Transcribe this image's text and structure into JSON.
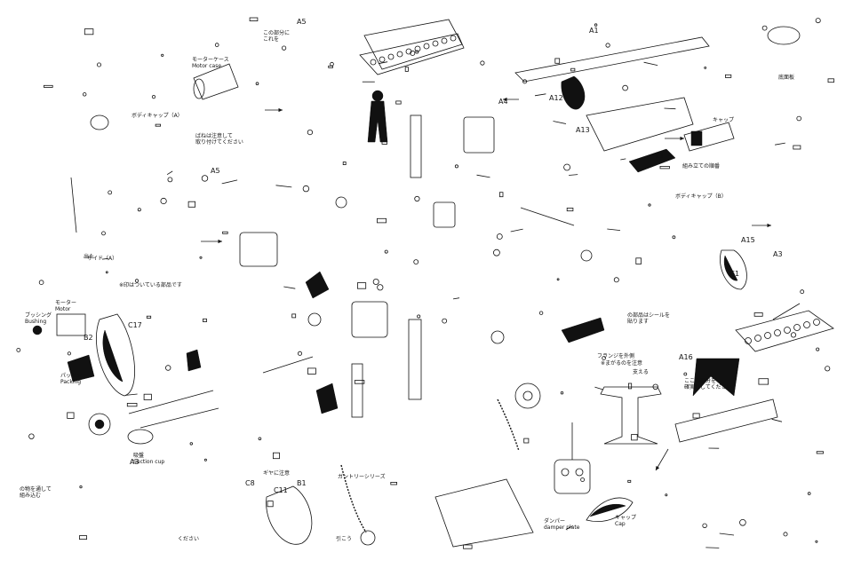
{
  "colors": {
    "ink": "#111111",
    "paper": "#ffffff",
    "accent": "#000000"
  },
  "labels": {
    "motor_case": "モーターケース\nMotor case",
    "kono_bubun": "この部分に\nこれを",
    "a5_top": "A5",
    "a5_left": "A5",
    "a1": "A1",
    "a12": "A12",
    "a13": "A13",
    "a4": "A4",
    "a3_left": "A3",
    "a3_right": "A3",
    "a15": "A15",
    "a16": "A16",
    "b2": "B2",
    "b1": "B1",
    "c17": "C17",
    "c11": "C11",
    "c8": "C8",
    "e1": "E1",
    "sokomen": "底面板",
    "cap_a": "ボディキャップ（A）",
    "cap_b": "ボディキャップ（B）",
    "deta": "出た",
    "motor": "モーター\nMotor",
    "bushing": "ブッシング\nBushing",
    "packing": "パッキン\nPacking",
    "suction": "吸盤\nSuction cup",
    "damper": "ダンパー\ndamper plate",
    "sake_cap": "キャップ\nCap",
    "cap_mid": "キャップ",
    "warn_note": "の部品はシールを\n貼ります",
    "deppari": "ここの部分を\n確実にしてください",
    "jyuni": "組み立ての順番",
    "gantry": "ガントリーシリーズ",
    "spring_note": "ばねは注意して\n取り付けてください",
    "marks_note": "※印はついている部品です",
    "no_marks": "※まがるのを注意",
    "kaeru": "支える",
    "hikou": "引こう",
    "kudasai": "ください",
    "hookup": "の物を通して\n組み込む",
    "flange_note": "フランジを外側",
    "gear_note": "ギヤに注意",
    "side_a": "サイド（A）"
  }
}
